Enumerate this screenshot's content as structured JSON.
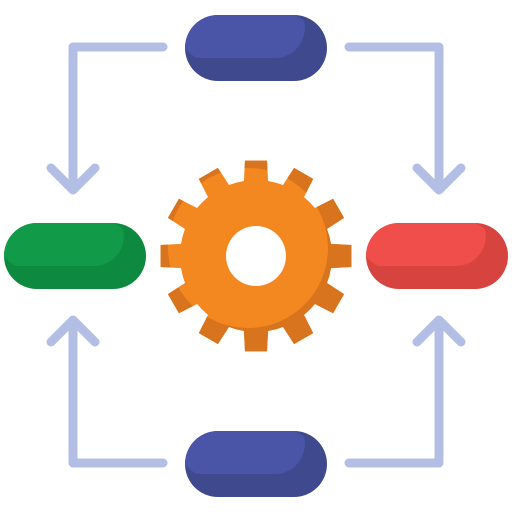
{
  "diagram": {
    "type": "process-cycle-icon",
    "center": {
      "icon": "gear-icon",
      "color": "#F38720",
      "shade": "#D8741E",
      "hole": "#FFFFFF"
    },
    "nodes": [
      {
        "id": "top",
        "icon": "pill-node-icon",
        "color": "#4A55A8",
        "shade": "#3F4A8E"
      },
      {
        "id": "right",
        "icon": "pill-node-icon",
        "color": "#EF4E4A",
        "shade": "#D7443F"
      },
      {
        "id": "bottom",
        "icon": "pill-node-icon",
        "color": "#4A55A8",
        "shade": "#3F4A8E"
      },
      {
        "id": "left",
        "icon": "pill-node-icon",
        "color": "#119A48",
        "shade": "#0E8A40"
      }
    ],
    "connector_color": "#B3BEE4",
    "flows": [
      {
        "from": "top",
        "to": "left"
      },
      {
        "from": "top",
        "to": "right"
      },
      {
        "from": "bottom",
        "to": "left"
      },
      {
        "from": "bottom",
        "to": "right"
      }
    ]
  }
}
